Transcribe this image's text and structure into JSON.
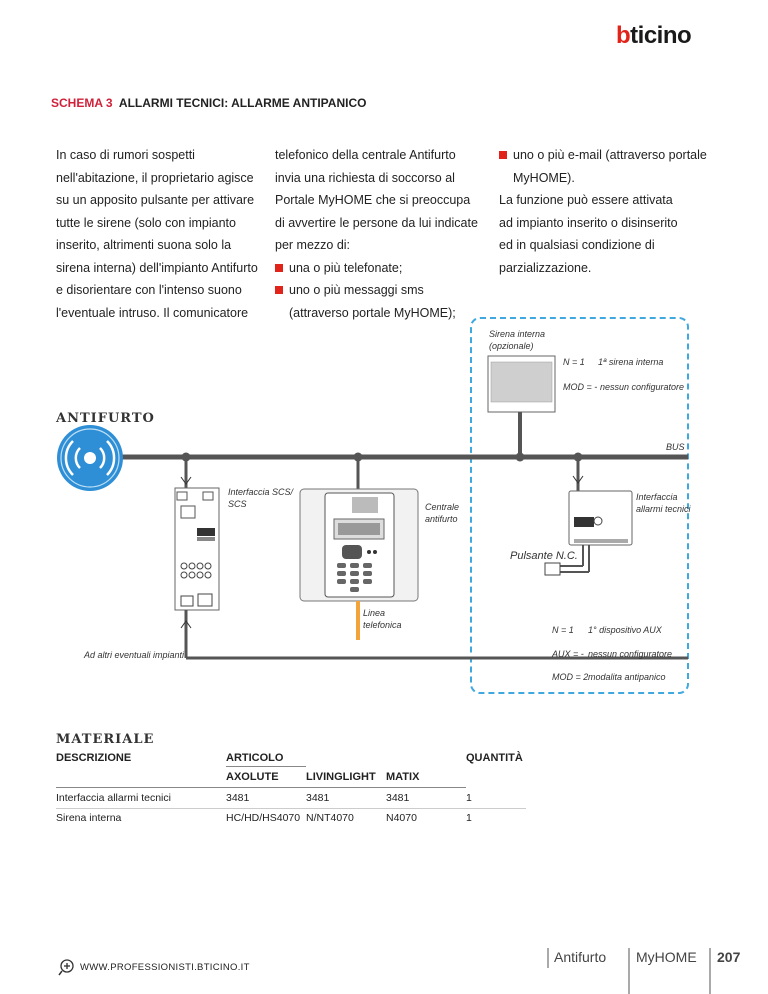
{
  "brand": {
    "logo": "bticino"
  },
  "schema": {
    "number": "SCHEMA 3",
    "title": "ALLARMI TECNICI: ALLARME ANTIPANICO"
  },
  "intro": {
    "col1": [
      "In caso di rumori sospetti",
      "nell'abitazione, il proprietario agisce",
      "su un apposito pulsante per attivare",
      "tutte le sirene (solo con impianto",
      "inserito, altrimenti suona solo la",
      "sirena interna) dell'impianto Antifurto",
      "e disorientare con l'intenso suono",
      "l'eventuale intruso. Il comunicatore"
    ],
    "col2": [
      "telefonico della centrale Antifurto",
      "invia una richiesta di soccorso al",
      "Portale MyHOME che si preoccupa",
      "di avvertire le persone da lui indicate",
      "per mezzo di:"
    ],
    "col2_bullets": [
      "una o più telefonate;",
      "uno o più messaggi sms"
    ],
    "col2_tail": "(attraverso portale MyHOME);",
    "col3_bullet": "uno o più e-mail (attraverso portale",
    "col3": [
      "MyHOME).",
      "La funzione può essere attivata",
      "ad impianto inserito o disinserito",
      "ed in qualsiasi condizione di",
      "parzializzazione."
    ]
  },
  "diagram": {
    "section_label": "ANTIFURTO",
    "bus_label": "BUS",
    "sirena_label_1": "Sirena interna",
    "sirena_label_2": "(opzionale)",
    "sirena_cfg": [
      {
        "key": "N = 1",
        "val": "1ª sirena interna"
      },
      {
        "key": "MOD = -",
        "val": "nessun configuratore"
      }
    ],
    "interfaccia_scs_1": "Interfaccia SCS/",
    "interfaccia_scs_2": "SCS",
    "centrale_1": "Centrale",
    "centrale_2": "antifurto",
    "interfaccia_allarmi_1": "Interfaccia",
    "interfaccia_allarmi_2": "allarmi tecnici",
    "pulsante": "Pulsante N.C.",
    "linea_1": "Linea",
    "linea_2": "telefonica",
    "altri_impianti": "Ad altri eventuali impianti",
    "aux_cfg": [
      {
        "key": "N = 1",
        "val": "1° dispositivo AUX"
      },
      {
        "key": "AUX = -",
        "val": "nessun configuratore"
      },
      {
        "key": "MOD = 2",
        "val": "modalita antipanico"
      }
    ],
    "colors": {
      "dashed": "#3fa9df",
      "bus": "#555555",
      "phone_line": "#f2a33a",
      "icon": "#2f8fd6"
    }
  },
  "materiale": {
    "title": "MATERIALE",
    "headers": {
      "descrizione": "DESCRIZIONE",
      "articolo": "ARTICOLO",
      "axolute": "AXOLUTE",
      "livinglight": "LIVINGLIGHT",
      "matix": "MATIX",
      "quantita": "QUANTITÀ"
    },
    "rows": [
      {
        "descrizione": "Interfaccia allarmi tecnici",
        "axolute": "3481",
        "livinglight": "3481",
        "matix": "3481",
        "quantita": "1"
      },
      {
        "descrizione": "Sirena interna",
        "axolute": "HC/HD/HS4070",
        "livinglight": "N/NT4070",
        "matix": "N4070",
        "quantita": "1"
      }
    ]
  },
  "footer": {
    "website": "WWW.PROFESSIONISTI.BTICINO.IT",
    "section": "Antifurto",
    "product": "MyHOME",
    "page": "207"
  }
}
